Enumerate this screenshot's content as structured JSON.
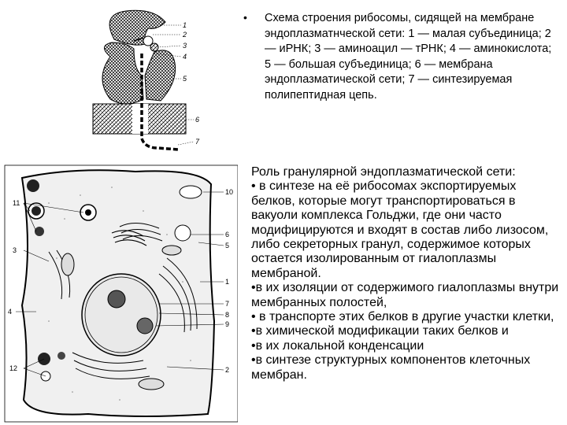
{
  "ribosome_figure": {
    "labels": [
      "1",
      "2",
      "3",
      "4",
      "5",
      "6",
      "7"
    ]
  },
  "caption": {
    "bullet": "•",
    "text": "Схема строения рибосомы, сидящей на мембране эндоплазматнческой сети: 1 — малая субъединица; 2 — иРНК; 3 — аминоацил — тРНК; 4 — аминокислота; 5 — большая субъединица; 6 — мембрана эндоплазматической сети; 7 — синтезируемая полипептидная цепь."
  },
  "cell_figure": {
    "labels": [
      "10",
      "11",
      "6",
      "5",
      "3",
      "1",
      "4",
      "7",
      "8",
      "9",
      "12",
      "2"
    ]
  },
  "role": {
    "heading": "Роль гранулярной эндоплазматической сети:",
    "items": [
      "• в синтезе на её рибосомах экспортируемых белков, которые могут транспортироваться в вакуоли комплекса Гольджи, где они часто модифицируются и входят в состав либо лизосом, либо секреторных гранул, содержимое которых остается изолированным от гиалоплазмы мембраной.",
      "•в их изоляции от содержимого гиалоплазмы внутри мембранных полостей,",
      "• в транспорте этих белков в другие участки клетки,",
      "•в химической модификации таких белков и",
      "•в их локальной конденсации",
      "•в синтезе структурных компонентов клеточных мембран."
    ]
  }
}
